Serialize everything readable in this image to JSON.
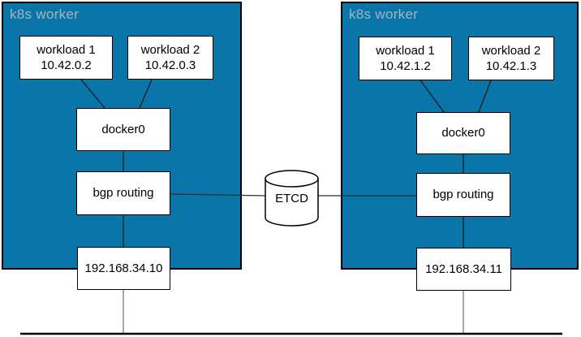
{
  "workers": [
    {
      "label": "k8s worker",
      "workloads": [
        {
          "name": "workload 1",
          "ip": "10.42.0.2"
        },
        {
          "name": "workload 2",
          "ip": "10.42.0.3"
        }
      ],
      "bridge_label": "docker0",
      "routing_label": "bgp routing",
      "host_ip": "192.168.34.10"
    },
    {
      "label": "k8s worker",
      "workloads": [
        {
          "name": "workload 1",
          "ip": "10.42.1.2"
        },
        {
          "name": "workload 2",
          "ip": "10.42.1.3"
        }
      ],
      "bridge_label": "docker0",
      "routing_label": "bgp routing",
      "host_ip": "192.168.34.11"
    }
  ],
  "etcd": {
    "label": "ETCD"
  },
  "colors": {
    "worker_fill": "#0a75a9",
    "worker_label_text": "#a6b4bc",
    "node_fill": "#ffffff",
    "border": "#000000",
    "connector": "#1a1a1a",
    "drop_line": "#7a7a7a"
  }
}
